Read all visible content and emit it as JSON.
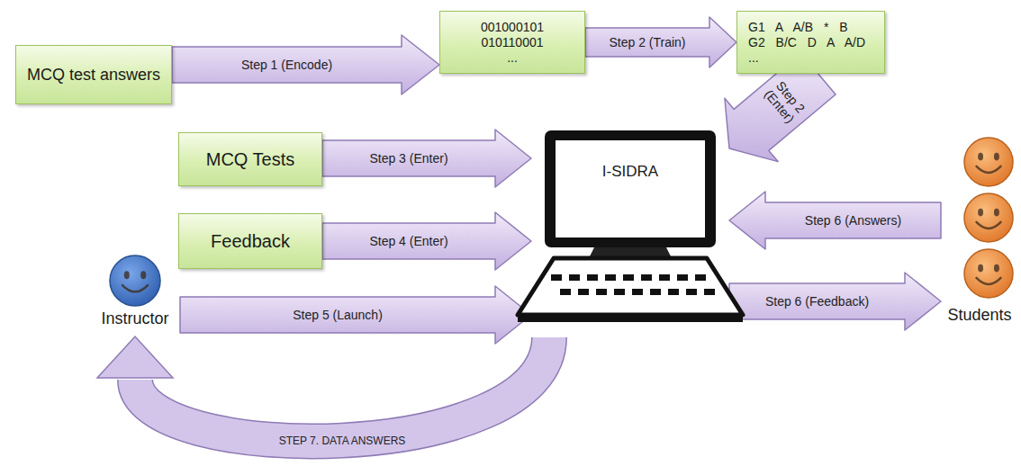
{
  "diagram": {
    "nodes": [
      {
        "text": [
          "MCQ test answers"
        ]
      },
      {
        "text": [
          "001000101",
          "010110001",
          "..."
        ]
      },
      {
        "text": [
          "G1 A A/B * B",
          "G2 B/C D A A/D",
          "..."
        ]
      },
      {
        "text": [
          "MCQ Tests"
        ]
      },
      {
        "text": [
          "Feedback"
        ]
      },
      {
        "text": [
          "I-SIDRA"
        ]
      },
      {
        "text": [
          "Instructor"
        ]
      },
      {
        "text": [
          "Students"
        ]
      }
    ],
    "edges": [
      {
        "from": 0,
        "to": 1,
        "label": "Step 1 (Encode)",
        "arrow": "to"
      },
      {
        "from": 1,
        "to": 2,
        "label": "Step 2 (Train)",
        "arrow": "to"
      },
      {
        "from": 2,
        "to": 5,
        "label": "Step 2 (Enter)",
        "arrow": "to"
      },
      {
        "from": 3,
        "to": 5,
        "label": "Step 3 (Enter)",
        "arrow": "to"
      },
      {
        "from": 4,
        "to": 5,
        "label": "Step 4 (Enter)",
        "arrow": "to"
      },
      {
        "from": 6,
        "to": 5,
        "label": "Step 5 (Launch)",
        "arrow": "to"
      },
      {
        "from": 7,
        "to": 5,
        "label": "Step 6 (Answers)",
        "arrow": "to"
      },
      {
        "from": 5,
        "to": 7,
        "label": "Step 6 (Feedback)",
        "arrow": "to"
      },
      {
        "from": 5,
        "to": 6,
        "label": "STEP 7. DATA ANSWERS",
        "arrow": "to"
      }
    ]
  }
}
